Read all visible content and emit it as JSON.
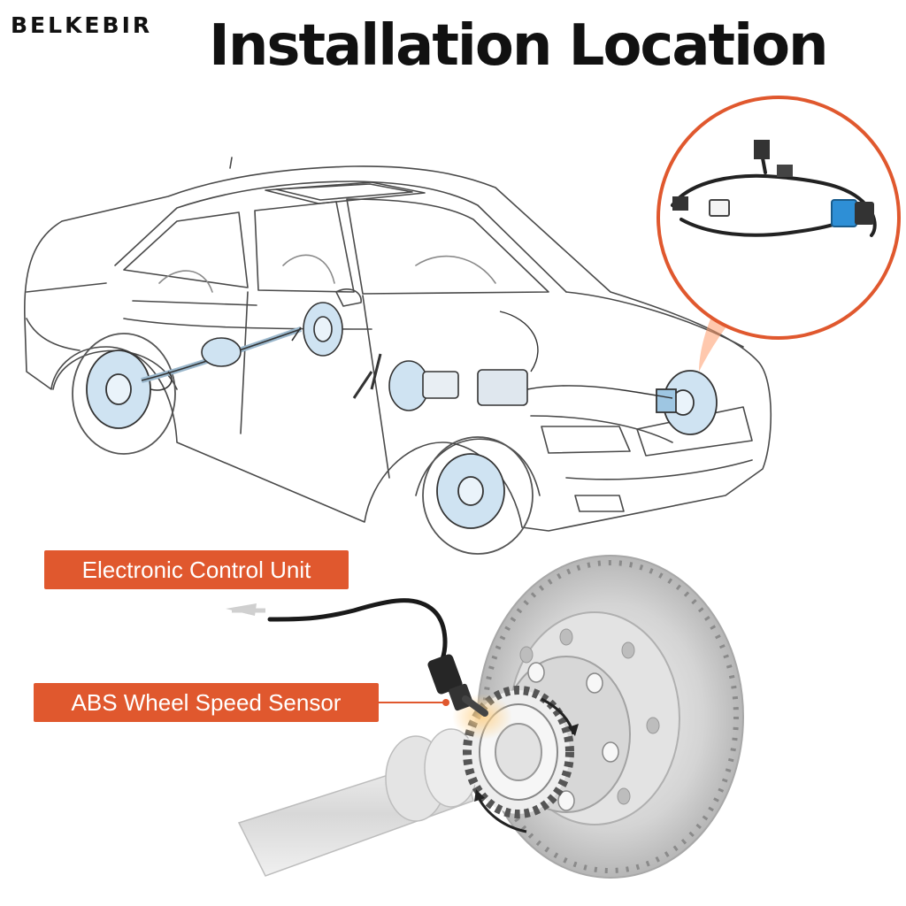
{
  "brand": {
    "logo_text": "BELKEBIR"
  },
  "header": {
    "title": "Installation Location"
  },
  "callouts": {
    "ecu": "Electronic Control Unit",
    "sensor": "ABS Wheel Speed Sensor"
  },
  "colors": {
    "accent": "#e0582e",
    "highlight": "#ff9a6a",
    "sensor_connector": "#2e8fd6",
    "line_art": "#4a4a4a",
    "hardware_blue": "#cfe3f2"
  },
  "icons": [
    "car-illustration",
    "abs-sensor-cable-zoom",
    "brake-rotor-icon",
    "tone-ring-icon"
  ]
}
